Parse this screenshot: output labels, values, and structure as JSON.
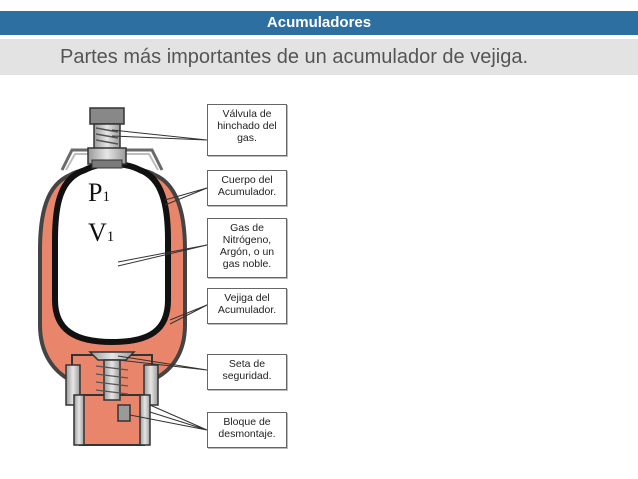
{
  "header": {
    "title": "Acumuladores"
  },
  "subtitle": "Partes más importantes de un acumulador de vejiga.",
  "diagram": {
    "symbols": {
      "p_main": "P",
      "p_sub": "1",
      "v_main": "V",
      "v_sub": "1"
    },
    "labels": [
      {
        "id": "valve",
        "text": "Válvula de hinchado del gas."
      },
      {
        "id": "body",
        "text": "Cuerpo del Acumulador."
      },
      {
        "id": "gas",
        "text": "Gas de Nitrógeno, Argón, o un gas noble."
      },
      {
        "id": "bladder",
        "text": "Vejiga del Acumulador."
      },
      {
        "id": "poppet",
        "text": "Seta de seguridad."
      },
      {
        "id": "block",
        "text": "Bloque de desmontaje."
      }
    ]
  },
  "colors": {
    "header_bg": "#2e6fa1",
    "subtitle_bg": "#e3e3e3",
    "fluid": "#e8856a",
    "metal": "#b8b8b8"
  }
}
